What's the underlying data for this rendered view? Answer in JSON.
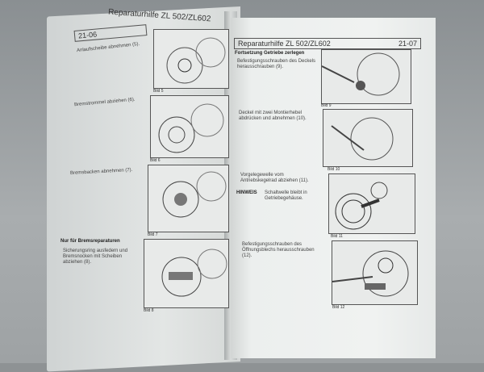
{
  "left_page": {
    "header_title": "Reparaturhilfe ZL 502/ZL602",
    "page_number": "21-06",
    "steps": [
      "Anlaufscheibe abnehmen (5).",
      "Bremstrommel abziehen (6).",
      "Bremsbacken abnehmen (7).",
      "Sicherungsring ausfedern und Bremsnocken mit Scheiben abziehen (8)."
    ],
    "section_heading": "Nur für Bremsreparaturen",
    "figures": [
      "Bild 5",
      "Bild 6",
      "Bild 7",
      "Bild 8"
    ]
  },
  "right_page": {
    "header_title": "Reparaturhilfe ZL 502/ZL602",
    "page_number": "21-07",
    "section_heading": "Fortsetzung Getriebe zerlegen",
    "steps": [
      "Befestigungsschrauben des Deckels herausschrauben (9).",
      "Deckel mit zwei Montierhebel abdrücken und abnehmen (10).",
      "Vorgelegewelle vom Antriebskegelrad abziehen (11).",
      "Befestigungsschrauben des Öffnungsblechs herausschrauben (12)."
    ],
    "note_label": "HINWEIS",
    "note_text": "Schaltwelle bleibt in Getriebegehäuse.",
    "figures": [
      "Bild 9",
      "Bild 10",
      "Bild 11",
      "Bild 12"
    ]
  }
}
